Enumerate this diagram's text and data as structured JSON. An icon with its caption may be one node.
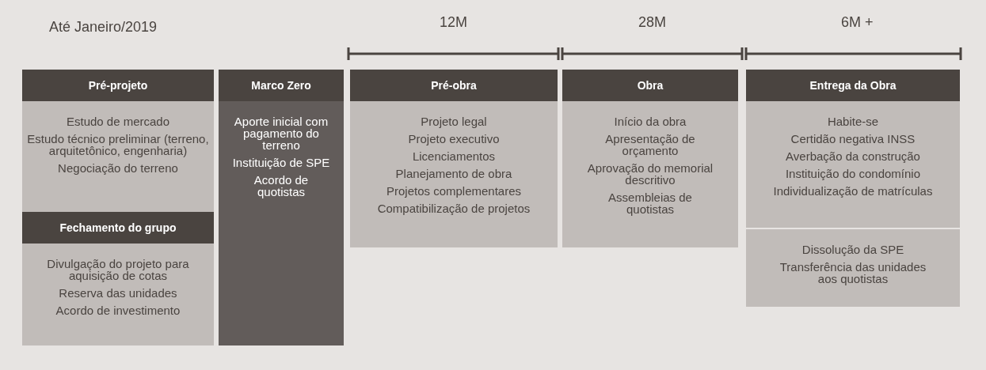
{
  "diagram": {
    "nodes": [
      {
        "text": [
          "Pré-projeto",
          "Estudo de mercado",
          "Estudo técnico preliminar (terreno, arquitetônico, engenharia)",
          "Negociação do terreno"
        ]
      },
      {
        "text": [
          "Fechamento do grupo",
          "Divulgação do projeto para aquisição de cotas",
          "Reserva das unidades",
          "Acordo de investimento"
        ]
      },
      {
        "text": [
          "Marco Zero",
          "Aporte inicial com pagamento do terreno",
          "Instituição de SPE",
          "Acordo de quotistas"
        ]
      },
      {
        "text": [
          "Pré-obra",
          "Projeto legal",
          "Projeto executivo",
          "Licenciamentos",
          "Planejamento de obra",
          "Projetos complementares",
          "Compatibilização de projetos"
        ]
      },
      {
        "text": [
          "Obra",
          "Início da obra",
          "Apresentação de orçamento",
          "Aprovação do memorial descritivo",
          "Assembleias de quotistas"
        ]
      },
      {
        "text": [
          "Entrega da Obra",
          "Habite-se",
          "Certidão negativa INSS",
          "Averbação da construção",
          "Instituição do condomínio",
          "Individualização de matrículas"
        ]
      },
      {
        "text": [
          "Dissolução da SPE",
          "Transferência das unidades aos quotistas"
        ]
      }
    ],
    "edges": [],
    "labels": [
      "Até Janeiro/2019",
      "12M",
      "28M",
      "6M +"
    ]
  }
}
